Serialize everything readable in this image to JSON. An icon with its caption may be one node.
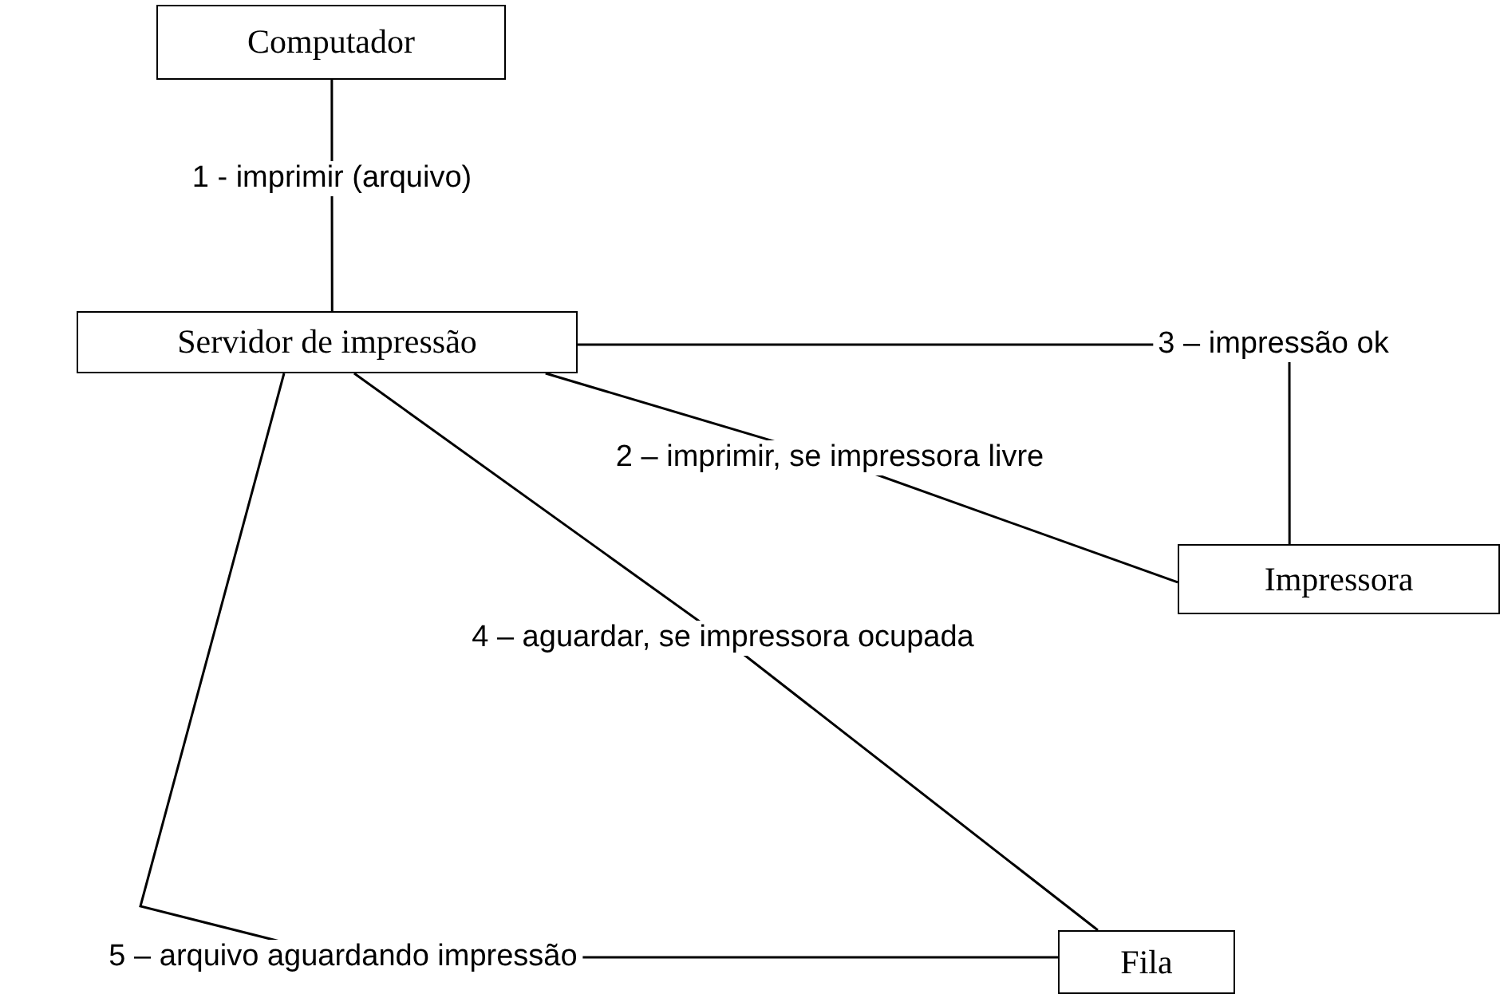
{
  "diagram": {
    "nodes": [
      {
        "text": [
          "Computador"
        ]
      },
      {
        "text": [
          "Servidor de impressão"
        ]
      },
      {
        "text": [
          "Impressora"
        ]
      },
      {
        "text": [
          "Fila"
        ]
      }
    ],
    "edges": [
      {
        "from": 0,
        "to": 1,
        "arrow": "none",
        "label": "1 - imprimir (arquivo)"
      },
      {
        "from": 1,
        "to": 2,
        "arrow": "none",
        "label": "2 – imprimir, se impressora livre"
      },
      {
        "from": 1,
        "to": 2,
        "arrow": "none",
        "label": "3 – impressão ok"
      },
      {
        "from": 1,
        "to": 3,
        "arrow": "none",
        "label": "4 – aguardar, se impressora ocupada"
      },
      {
        "from": 1,
        "to": 3,
        "arrow": "none",
        "label": "5 – arquivo aguardando impressão"
      }
    ]
  }
}
